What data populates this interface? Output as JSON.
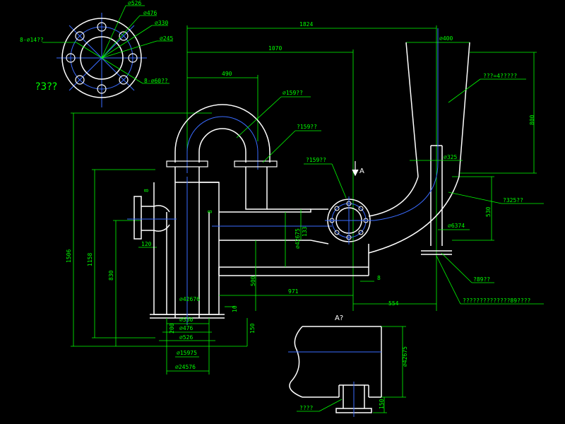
{
  "colors": {
    "background": "#000000",
    "outline": "#ffffff",
    "dimension": "#00ff00",
    "centerline": "#3a6bff",
    "leader": "#00ff00"
  },
  "flange_view": {
    "d526": "⌀526",
    "d476": "⌀476",
    "d330": "⌀330",
    "d245": "⌀245",
    "holes_left": "8-⌀14??",
    "holes_right": "8-⌀60??",
    "view_label": "?3??"
  },
  "dims": {
    "top_1824": "1824",
    "top_1070": "1070",
    "top_490": "490",
    "d400": "⌀400",
    "cone_note": "???=4?????",
    "h800": "800",
    "pipe_159a": "⌀159??",
    "pipe_159b": "?159??",
    "pipe_159c": "?159??",
    "mark_A": "A",
    "d325": "⌀325",
    "elbow_325": "?325??",
    "h530": "530",
    "d6374": "⌀6374",
    "h1506": "1506",
    "h1158": "1158",
    "h830": "830",
    "w120": "120",
    "d42675_mid": "⌀42675",
    "h133": "133",
    "d42675_vessel": "⌀42676",
    "h500": "500",
    "w971": "971",
    "w554": "554",
    "d8_small": "8",
    "d8_left": "8",
    "d8_pipe": "8",
    "d530_bottom": "⌀530",
    "d476_bottom": "⌀476",
    "d526_bottom": "⌀526",
    "d15975": "⌀15975",
    "d24576": "⌀24576",
    "h10": "10",
    "h150": "150",
    "h200": "200",
    "note_89a": "?89??",
    "note_long": "??????????????89????",
    "view_A": "A?",
    "d42675_viewA": "⌀42675",
    "h150_viewA": "150",
    "note_viewA": "????"
  }
}
